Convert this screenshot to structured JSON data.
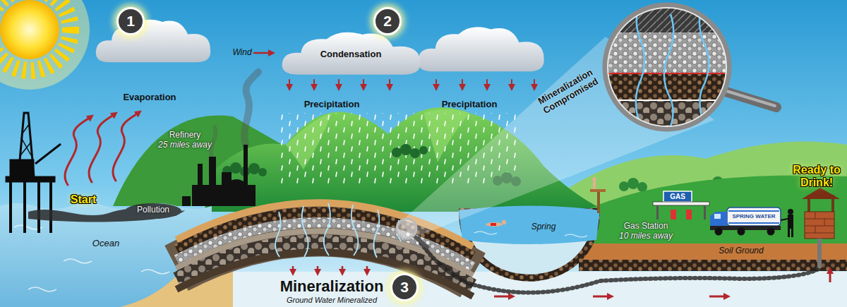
{
  "diagram": {
    "nodes": [
      {
        "text": [
          "Condensation"
        ]
      }
    ],
    "labels": [
      "1",
      "Evaporation",
      "2",
      "Wind",
      "Precipitation",
      "Precipitation",
      "Refinery",
      "25 miles away",
      "Start",
      "Pollution",
      "Ocean",
      "Mineralization Compromised",
      "Spring",
      "GAS",
      "SPRING WATER",
      "Gas Station",
      "10 miles away",
      "Ready to Drink!",
      "Soil Ground",
      "Mineralization",
      "Ground Water Mineralized",
      "3"
    ]
  }
}
